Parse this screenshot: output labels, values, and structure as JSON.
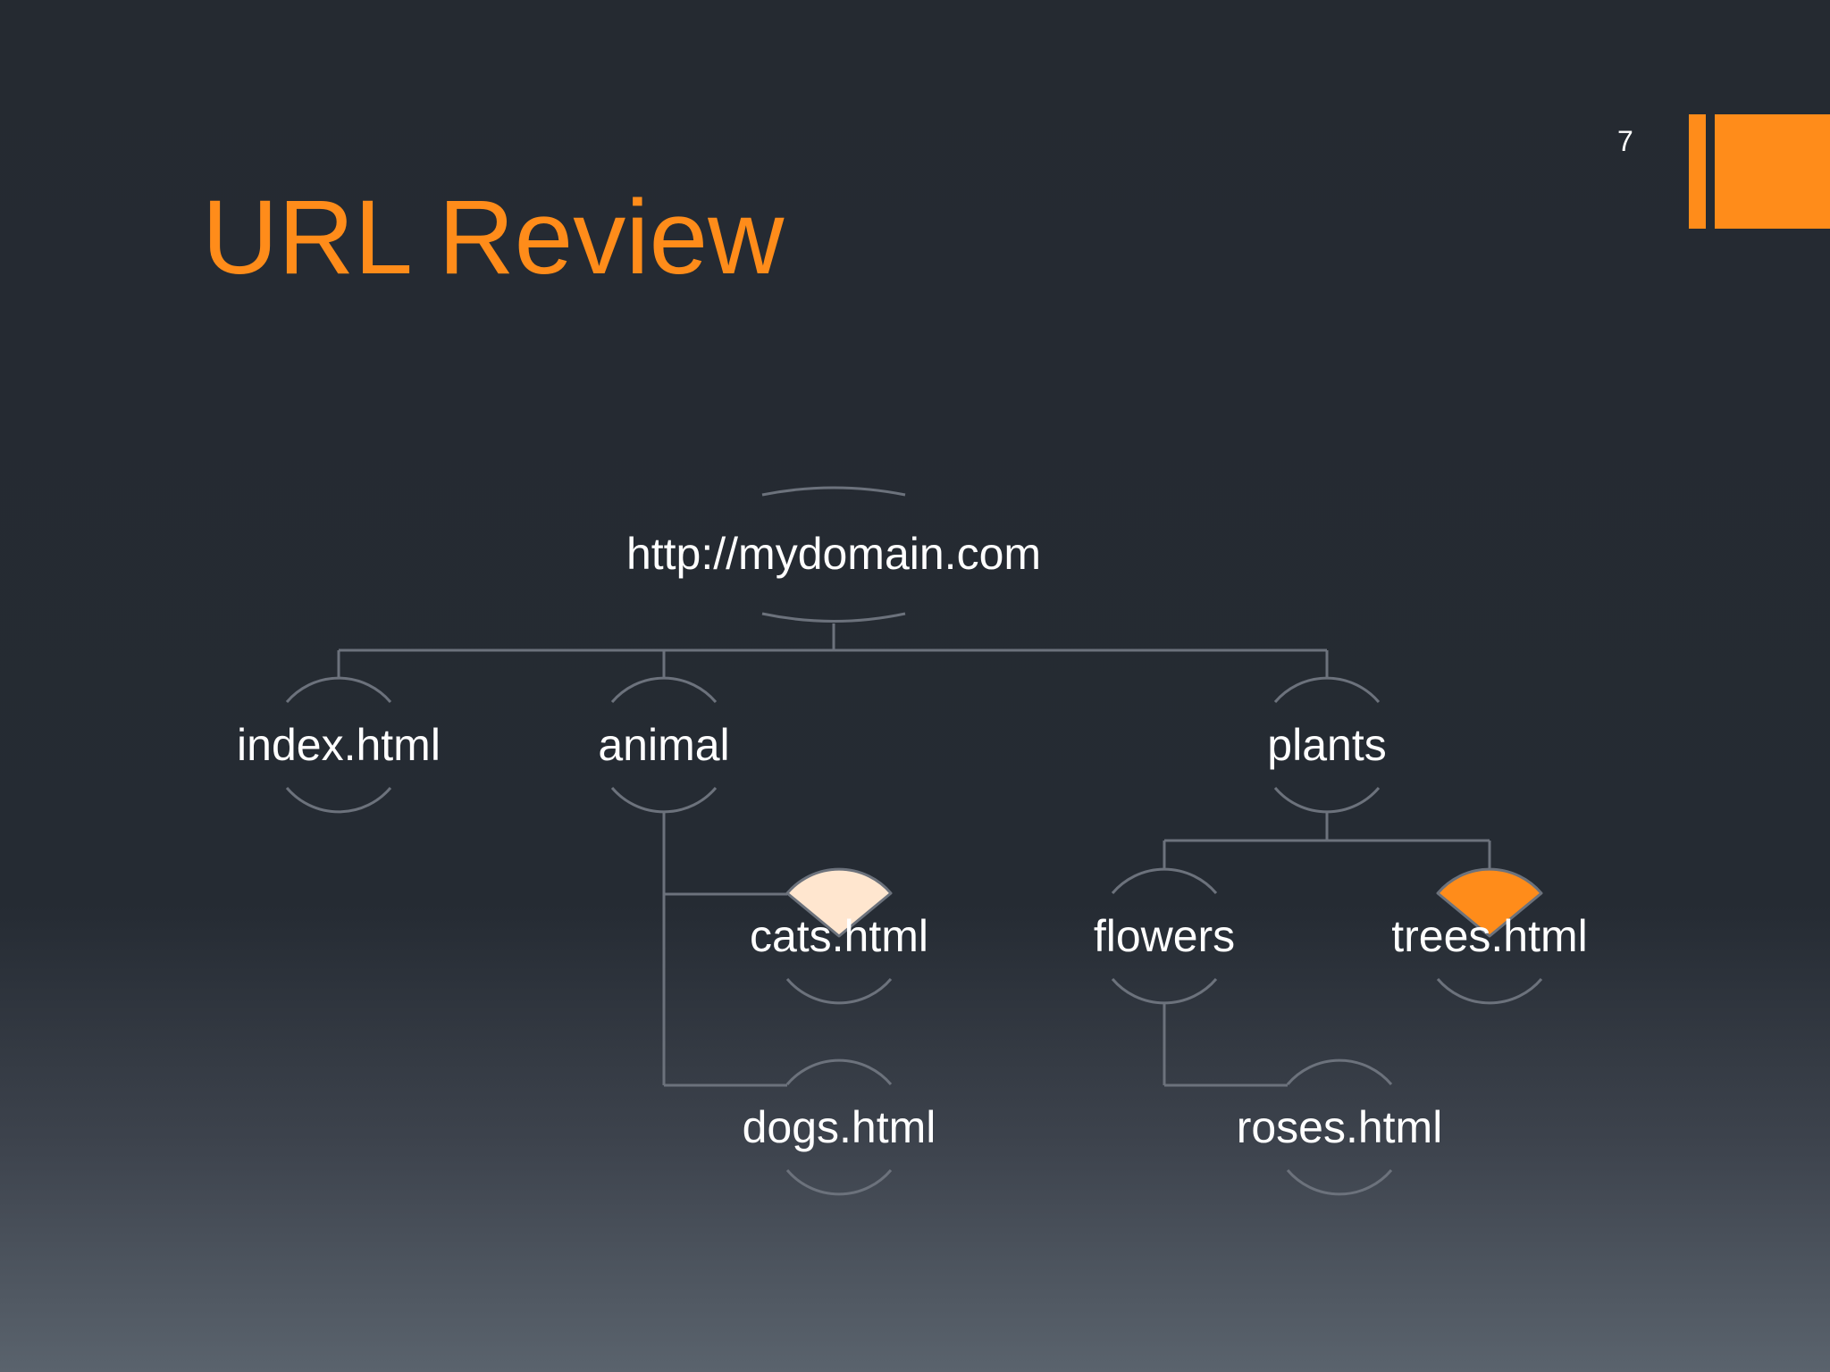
{
  "slide": {
    "title": "URL Review",
    "page_number": "7"
  },
  "colors": {
    "accent": "#ff8c1a",
    "highlight_light": "#ffe6cf",
    "text": "#ffffff",
    "lines": "#6c727c"
  },
  "tree": {
    "nodes": [
      {
        "id": "root",
        "label": "http://mydomain.com",
        "style": "root"
      },
      {
        "id": "index",
        "label": "index.html",
        "style": "plain"
      },
      {
        "id": "animal",
        "label": "animal",
        "style": "plain"
      },
      {
        "id": "plants",
        "label": "plants",
        "style": "plain"
      },
      {
        "id": "cats",
        "label": "cats.html",
        "style": "highlight-light"
      },
      {
        "id": "dogs",
        "label": "dogs.html",
        "style": "plain"
      },
      {
        "id": "flowers",
        "label": "flowers",
        "style": "plain"
      },
      {
        "id": "trees",
        "label": "trees.html",
        "style": "highlight-accent"
      },
      {
        "id": "roses",
        "label": "roses.html",
        "style": "plain"
      }
    ],
    "edges": [
      [
        "root",
        "index"
      ],
      [
        "root",
        "animal"
      ],
      [
        "root",
        "plants"
      ],
      [
        "animal",
        "cats"
      ],
      [
        "animal",
        "dogs"
      ],
      [
        "plants",
        "flowers"
      ],
      [
        "plants",
        "trees"
      ],
      [
        "flowers",
        "roses"
      ]
    ]
  }
}
